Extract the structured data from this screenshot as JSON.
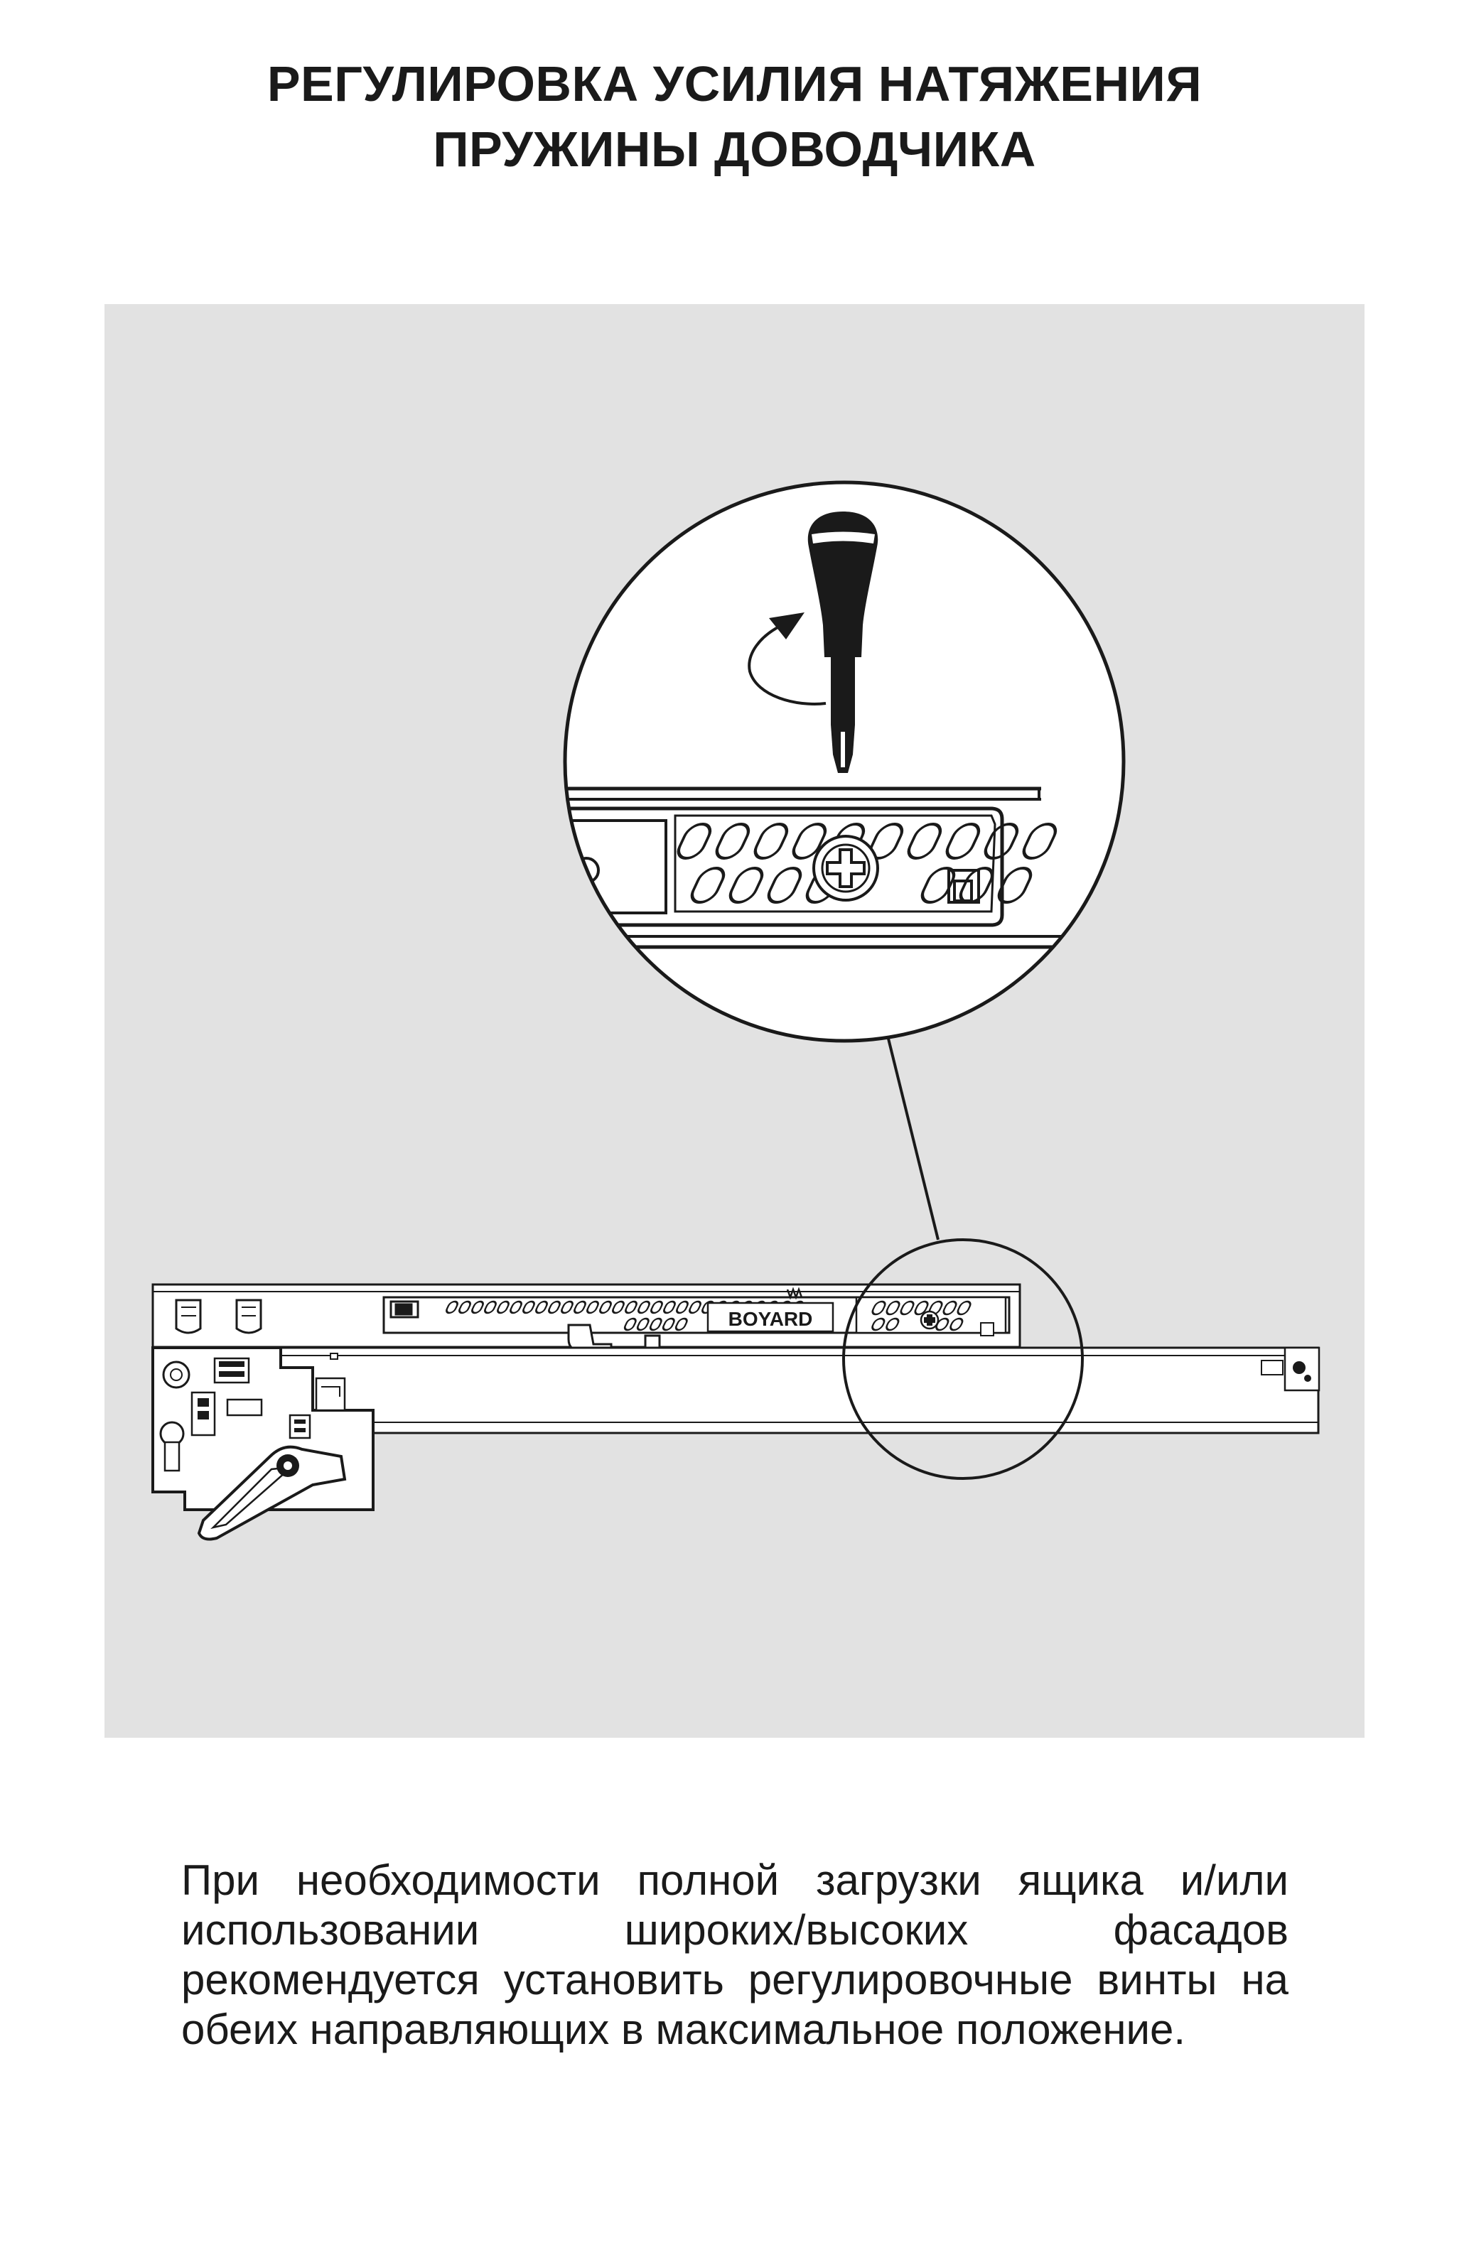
{
  "title": {
    "line1": "РЕГУЛИРОВКА УСИЛИЯ НАТЯЖЕНИЯ",
    "line2": "ПРУЖИНЫ ДОВОДЧИКА"
  },
  "diagram": {
    "brand_logo": "BOYARD",
    "icons": [
      "screwdriver-icon",
      "rotation-arrow-icon",
      "phillips-screw-icon"
    ],
    "colors": {
      "background_panel": "#e2e2e2",
      "lines": "#1a1a1a",
      "fill": "#ffffff"
    }
  },
  "description": "При необходимости полной загрузки ящика и/или использовании широких/высоких фасадов рекомендуется установить регулировочные винты на обеих направляющих в максимальное положение."
}
